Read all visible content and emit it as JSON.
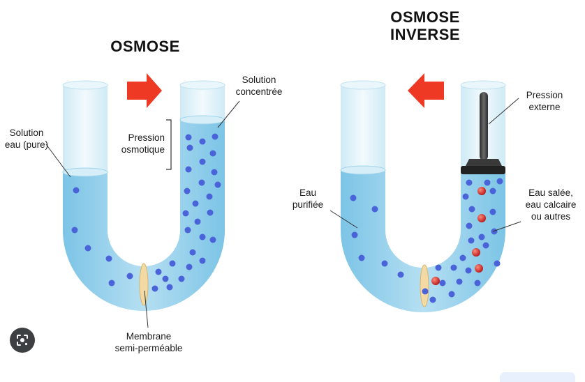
{
  "left_diagram": {
    "title": "OSMOSE",
    "label_pure_water": [
      "Solution",
      "eau (pure)"
    ],
    "label_concentrated": [
      "Solution",
      "concentrée"
    ],
    "label_pressure": [
      "Pression",
      "osmotique"
    ],
    "label_membrane": [
      "Membrane",
      "semi-perméable"
    ]
  },
  "right_diagram": {
    "title": [
      "OSMOSE",
      "INVERSE"
    ],
    "label_purified": [
      "Eau",
      "purifiée"
    ],
    "label_external_pressure": [
      "Pression",
      "externe"
    ],
    "label_salty": [
      "Eau salée,",
      "eau calcaire",
      "ou autres"
    ]
  },
  "colors": {
    "water": "#9fd3ec",
    "water_surface": "#c7e6f5",
    "particle_blue": "#4a63d8",
    "particle_red": "#d42a2a",
    "arrow": "#ee3a24",
    "membrane": "#f3d9a4",
    "tube_glass": "#e4f4fa"
  },
  "ui": {
    "lens_icon": "google-lens-icon"
  }
}
